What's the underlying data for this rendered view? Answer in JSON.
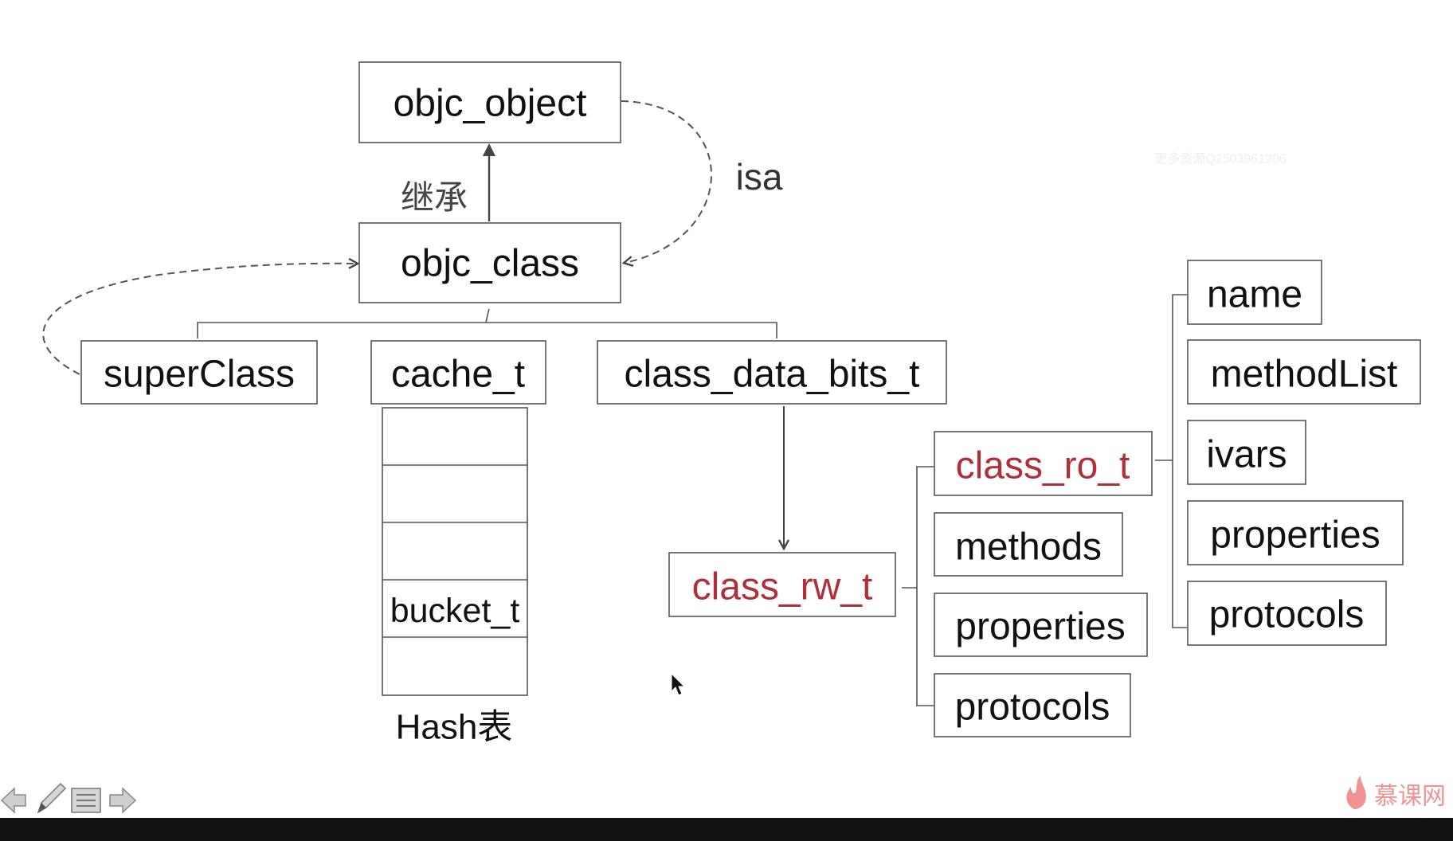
{
  "diagram": {
    "nodes": {
      "objc_object": "objc_object",
      "objc_class": "objc_class",
      "superClass": "superClass",
      "cache_t": "cache_t",
      "class_data_bits_t": "class_data_bits_t",
      "bucket_t": "bucket_t",
      "class_rw_t": "class_rw_t",
      "class_ro_t": "class_ro_t",
      "rw_methods": "methods",
      "rw_properties": "properties",
      "rw_protocols": "protocols",
      "ro_name": "name",
      "ro_methodList": "methodList",
      "ro_ivars": "ivars",
      "ro_properties": "properties",
      "ro_protocols": "protocols"
    },
    "labels": {
      "inherit": "继承",
      "isa": "isa",
      "hash_table": "Hash表"
    },
    "colors": {
      "highlight": "#b0303a",
      "text": "#111111",
      "line": "#555555"
    }
  },
  "watermark": {
    "text": "更多资源Q2503961206",
    "brand": "慕课网"
  },
  "toolbar": {
    "icons": [
      "arrow-left-icon",
      "pen-icon",
      "menu-icon",
      "arrow-right-icon"
    ]
  }
}
